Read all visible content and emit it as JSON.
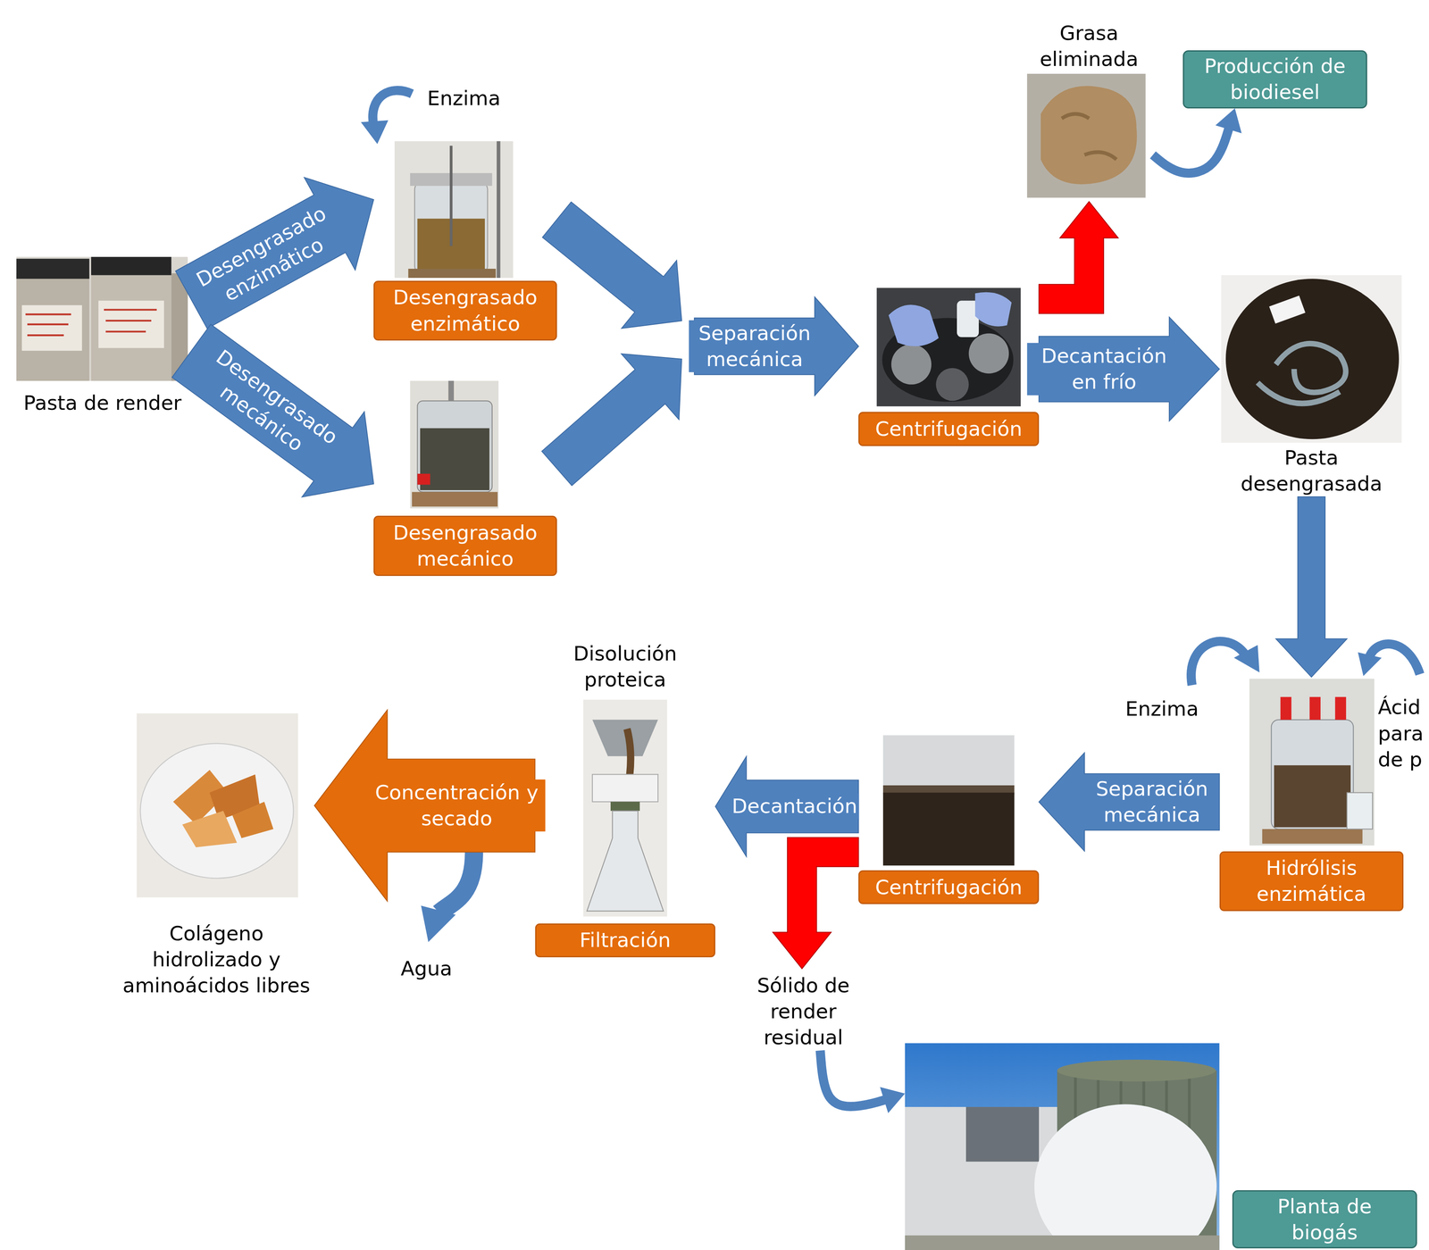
{
  "diagram": {
    "nodes": [
      {
        "text": [
          "Pasta de render"
        ]
      },
      {
        "text": [
          "Desengrasado enzimático"
        ]
      },
      {
        "text": [
          "Desengrasado mecánico"
        ]
      },
      {
        "text": [
          "Centrifugación"
        ]
      },
      {
        "text": [
          "Grasa eliminada"
        ]
      },
      {
        "text": [
          "Producción de biodiesel"
        ]
      },
      {
        "text": [
          "Pasta desengrasada"
        ]
      },
      {
        "text": [
          "Hidrólisis enzimática"
        ]
      },
      {
        "text": [
          "Centrifugación"
        ]
      },
      {
        "text": [
          "Disolución proteica",
          "Filtración"
        ]
      },
      {
        "text": [
          "Colágeno hidrolizado y aminoácidos libres"
        ]
      },
      {
        "text": [
          "Sólido de render residual"
        ]
      },
      {
        "text": [
          "Planta de biogás"
        ]
      }
    ],
    "edges": [
      {
        "from": 0,
        "to": 1,
        "label": "Desengrasado enzimático",
        "arrow": "to"
      },
      {
        "from": 0,
        "to": 2,
        "label": "Desengrasado mecánico",
        "arrow": "to"
      },
      {
        "from": 1,
        "to": 3,
        "label": "Separación mecánica",
        "arrow": "to"
      },
      {
        "from": 2,
        "to": 3,
        "arrow": "to"
      },
      {
        "from": 3,
        "to": 6,
        "label": "Decantación en frío",
        "arrow": "to"
      },
      {
        "from": 3,
        "to": 4,
        "arrow": "to"
      },
      {
        "from": 4,
        "to": 5,
        "arrow": "to"
      },
      {
        "from": 6,
        "to": 7,
        "arrow": "to"
      },
      {
        "from": 7,
        "to": 8,
        "label": "Separación mecánica",
        "arrow": "to"
      },
      {
        "from": 8,
        "to": 9,
        "label": "Decantación",
        "arrow": "to"
      },
      {
        "from": 8,
        "to": 11,
        "arrow": "to"
      },
      {
        "from": 11,
        "to": 12,
        "arrow": "to"
      },
      {
        "from": 9,
        "to": 10,
        "label": "Concentración y secado",
        "arrow": "to"
      }
    ],
    "labels": [
      "Enzima",
      "Enzima",
      "Ácid para de p",
      "Agua"
    ]
  }
}
